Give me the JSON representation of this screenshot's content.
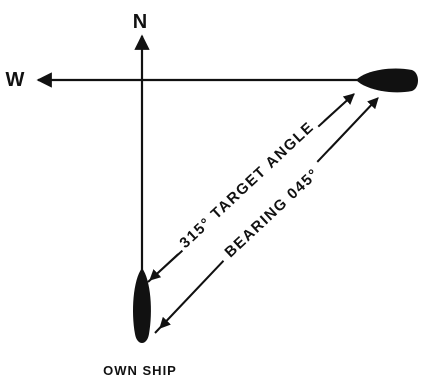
{
  "compass": {
    "north_label": "N",
    "west_label": "W"
  },
  "annotations": {
    "target_angle": "315° TARGET ANGLE",
    "bearing": "BEARING 045°",
    "own_ship": "OWN SHIP"
  },
  "colors": {
    "ink": "#111111",
    "background": "#ffffff"
  }
}
